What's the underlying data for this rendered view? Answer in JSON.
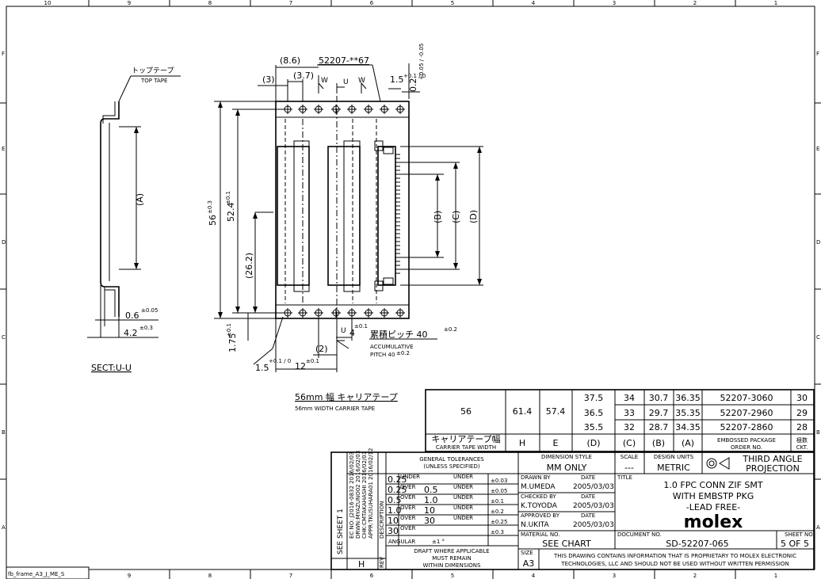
{
  "frame": {
    "col_numbers": [
      "10",
      "9",
      "8",
      "7",
      "6",
      "5",
      "4",
      "3",
      "2",
      "1"
    ],
    "row_letters": [
      "F",
      "E",
      "D",
      "C",
      "B",
      "A"
    ],
    "frame_name": "fb_frame_A3_J_ME_S"
  },
  "section_view": {
    "label_jp": "トップテープ",
    "label_en": "TOP TAPE",
    "dim_A": "(A)",
    "dim_06": "0.6",
    "dim_06_tol": "±0.05",
    "dim_42": "4.2",
    "dim_42_tol": "±0.3",
    "section_title": "SECT:U-U"
  },
  "main_view": {
    "dim_86": "(8.6)",
    "dim_37": "(3.7)",
    "dim_3": "(3)",
    "part_callout": "52207-**67",
    "w1": "W",
    "u1": "U",
    "w2": "W",
    "dim_15_top": "1.5",
    "dim_15_top_tol": "+0.1 / 0",
    "dim_02": "0.2",
    "dim_02_tol": "+0.05 / -0.05",
    "dim_56": "56",
    "dim_56_tol": "±0.3",
    "dim_524": "52.4",
    "dim_524_tol": "±0.1",
    "dim_262": "(26.2)",
    "dim_B": "(B)",
    "dim_C": "(C)",
    "dim_D": "(D)",
    "dim_175": "1.75",
    "dim_175_tol": "±0.1",
    "dim_15_bot": "1.5",
    "dim_15_bot_tol": "+0.1 / 0",
    "dim_2": "(2)",
    "dim_12": "12",
    "dim_12_tol": "±0.1",
    "u2": "U",
    "dim_4": "4",
    "dim_4_tol": "±0.1",
    "acc_pitch_jp": "累積ピッチ 40",
    "acc_pitch_tol": "±0.2",
    "acc_pitch_en1": "ACCUMULATIVE",
    "acc_pitch_en2": "PITCH 40",
    "tape_title_jp": "56mm 幅 キャリアテープ",
    "tape_title_en": "56mm WIDTH CARRIER TAPE"
  },
  "dimension_table": {
    "width_value": "56",
    "h_value": "61.4",
    "e_value": "57.4",
    "rows": [
      {
        "D": "37.5",
        "C": "34",
        "B": "30.7",
        "A": "36.35",
        "part": "52207-3060",
        "ckt": "30"
      },
      {
        "D": "36.5",
        "C": "33",
        "B": "29.7",
        "A": "35.35",
        "part": "52207-2960",
        "ckt": "29"
      },
      {
        "D": "35.5",
        "C": "32",
        "B": "28.7",
        "A": "34.35",
        "part": "52207-2860",
        "ckt": "28"
      }
    ],
    "hdr_width_jp": "キャリアテープ幅",
    "hdr_width_en": "CARRIER TAPE WIDTH",
    "hdr_H": "H",
    "hdr_E": "E",
    "hdr_D": "(D)",
    "hdr_C": "(C)",
    "hdr_B": "(B)",
    "hdr_A": "(A)",
    "hdr_part1": "EMBOSSED PACKAGE",
    "hdr_part2": "ORDER NO.",
    "hdr_ckt_jp": "極数",
    "hdr_ckt": "CKT."
  },
  "title_block": {
    "revision_lines": [
      "EC NO: J2016-0832  2016/02/03",
      "DRWN:MYAZUNO02  2016/02/03",
      "CHK:CMTAKAHASHI  2016/02/03",
      "APPR:TKUSUHARA01  2016/02/12"
    ],
    "see_sheet": "SEE SHEET 1",
    "description_label": "DESCRIPTION",
    "rev_label": "REV",
    "rev_value": "H",
    "gen_tol_1": "GENERAL TOLERANCES",
    "gen_tol_2": "(UNLESS SPECIFIED)",
    "tolerances": [
      {
        "val": "0.25",
        "over": "UNDER",
        "from": "",
        "under": "UNDER",
        "tol": "±0.03"
      },
      {
        "val": "0.25",
        "over": "OVER",
        "from": "0.5",
        "under": "UNDER",
        "tol": "±0.05"
      },
      {
        "val": "0.5",
        "over": "OVER",
        "from": "1.0",
        "under": "UNDER",
        "tol": "±0.1"
      },
      {
        "val": "1.0",
        "over": "OVER",
        "from": "10",
        "under": "UNDER",
        "tol": "±0.2"
      },
      {
        "val": "10",
        "over": "OVER",
        "from": "30",
        "under": "UNDER",
        "tol": "±0.25"
      },
      {
        "val": "30",
        "over": "OVER",
        "from": "",
        "under": "",
        "tol": "±0.3"
      }
    ],
    "angular": "ANGULAR",
    "angular_tol": "±1   °",
    "draft_note_1": "DRAFT WHERE APPLICABLE",
    "draft_note_2": "MUST REMAIN",
    "draft_note_3": "WITHIN DIMENSIONS",
    "dim_style_label": "DIMENSION STYLE",
    "dim_style": "MM ONLY",
    "scale_label": "SCALE",
    "scale": "---",
    "units_label": "DESIGN UNITS",
    "units": "METRIC",
    "projection": "THIRD ANGLE",
    "projection2": "PROJECTION",
    "drawn_by_label": "DRAWN BY",
    "drawn_by": "M.UMEDA",
    "drawn_date": "2005/03/03",
    "checked_by_label": "CHECKED BY",
    "checked_by": "K.TOYODA",
    "checked_date": "2005/03/03",
    "approved_by_label": "APPROVED BY",
    "approved_by": "N.UKITA",
    "approved_date": "2005/03/03",
    "date_label": "DATE",
    "material_label": "MATERIAL NO.",
    "material": "SEE CHART",
    "title_label": "TITLE",
    "title_line1": "1.0 FPC CONN ZIF SMT",
    "title_line2": "WITH EMBSTP PKG",
    "title_line3": "-LEAD FREE-",
    "company": "molex",
    "doc_no_label": "DOCUMENT NO.",
    "doc_no": "SD-52207-065",
    "sheet_label": "SHEET NO.",
    "sheet": "5 OF 5",
    "size_label": "SIZE",
    "size": "A3",
    "proprietary_1": "THIS DRAWING CONTAINS INFORMATION THAT IS PROPRIETARY TO MOLEX ELECTRONIC",
    "proprietary_2": "TECHNOLOGIES, LLC AND SHOULD NOT BE USED WITHOUT WRITTEN PERMISSION"
  }
}
